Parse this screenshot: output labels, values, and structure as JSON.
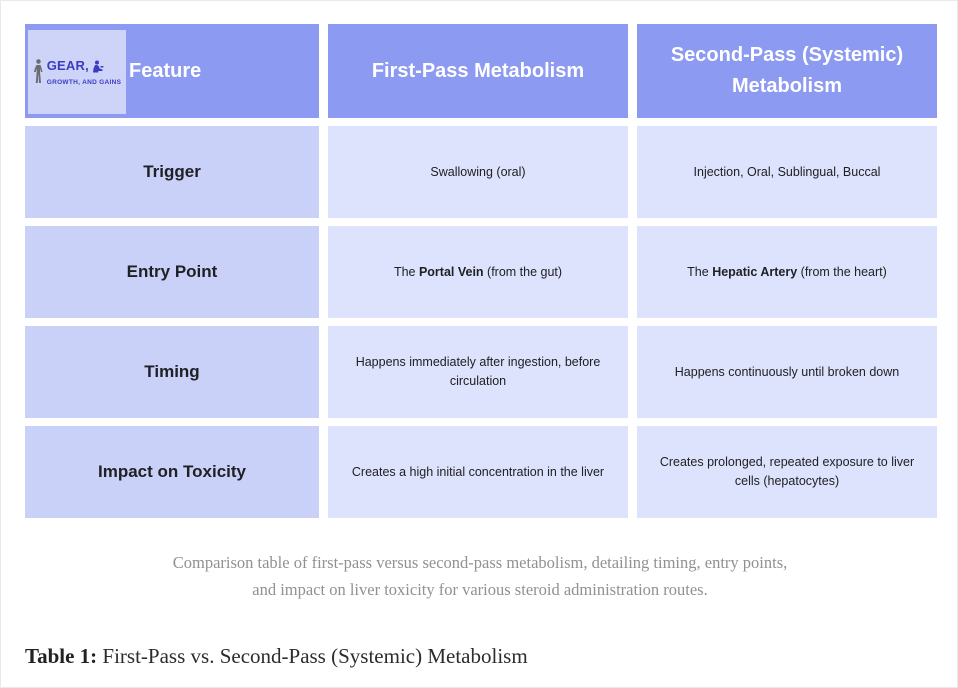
{
  "logo": {
    "name": "GEAR,",
    "tagline": "GROWTH, AND GAINS"
  },
  "table": {
    "headers": [
      {
        "label": "Feature"
      },
      {
        "label": "First-Pass Metabolism"
      },
      {
        "label": "Second-Pass (Systemic) Metabolism"
      }
    ],
    "rows": [
      {
        "feature": "Trigger",
        "first_pass": {
          "text": "Swallowing (oral)"
        },
        "second_pass": {
          "text": "Injection, Oral, Sublingual, Buccal"
        }
      },
      {
        "feature": "Entry Point",
        "first_pass": {
          "pre": "The ",
          "bold": "Portal Vein",
          "post": " (from the gut)"
        },
        "second_pass": {
          "pre": "The ",
          "bold": "Hepatic Artery",
          "post": " (from the heart)"
        }
      },
      {
        "feature": "Timing",
        "first_pass": {
          "text": "Happens immediately after ingestion, before circulation"
        },
        "second_pass": {
          "text": "Happens continuously until broken down"
        }
      },
      {
        "feature": "Impact on Toxicity",
        "first_pass": {
          "text": "Creates a high initial concentration in the liver"
        },
        "second_pass": {
          "text": "Creates prolonged, repeated exposure to liver cells (hepatocytes)"
        }
      }
    ]
  },
  "caption": "Comparison table of first-pass versus second-pass metabolism, detailing timing, entry points, and impact on liver toxicity for various steroid administration routes.",
  "footer": {
    "label": "Table 1:",
    "title": " First-Pass vs. Second-Pass (Systemic) Metabolism"
  },
  "colors": {
    "header_bg": "#8C9AF1",
    "feature_cell_bg": "#C9D1F8",
    "data_cell_bg": "#DDE3FC",
    "logo_bg": "#CDD4F8",
    "logo_ink": "#3B3BC4",
    "caption_gray": "#8F9193",
    "text_dark": "#1F2023"
  }
}
